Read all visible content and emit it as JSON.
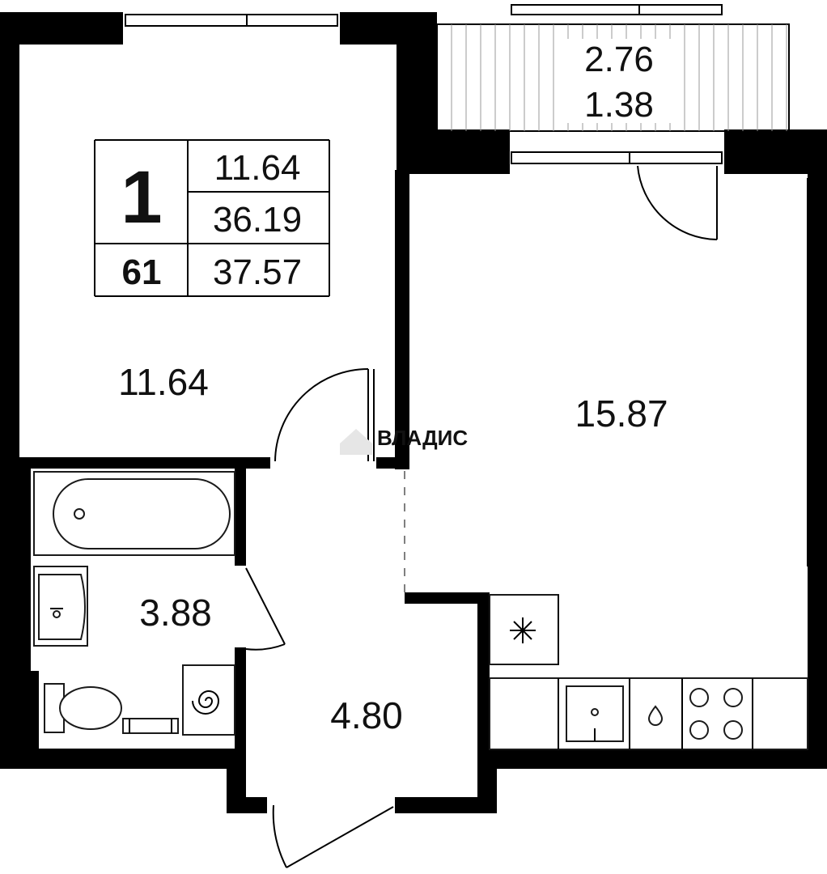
{
  "summary": {
    "rooms": "1",
    "number": "61",
    "living_area": "11.64",
    "total_living": "36.19",
    "total_area": "37.57"
  },
  "rooms": {
    "bedroom_area": "11.64",
    "living_kitchen_area": "15.87",
    "bathroom_area": "3.88",
    "hall_area": "4.80"
  },
  "balcony": {
    "length": "2.76",
    "area": "1.38"
  },
  "watermark": "ВЛАДИС",
  "colors": {
    "wall": "#000000",
    "line": "#1a1a1a",
    "background": "#ffffff",
    "watermark": "#e6e6e6"
  }
}
